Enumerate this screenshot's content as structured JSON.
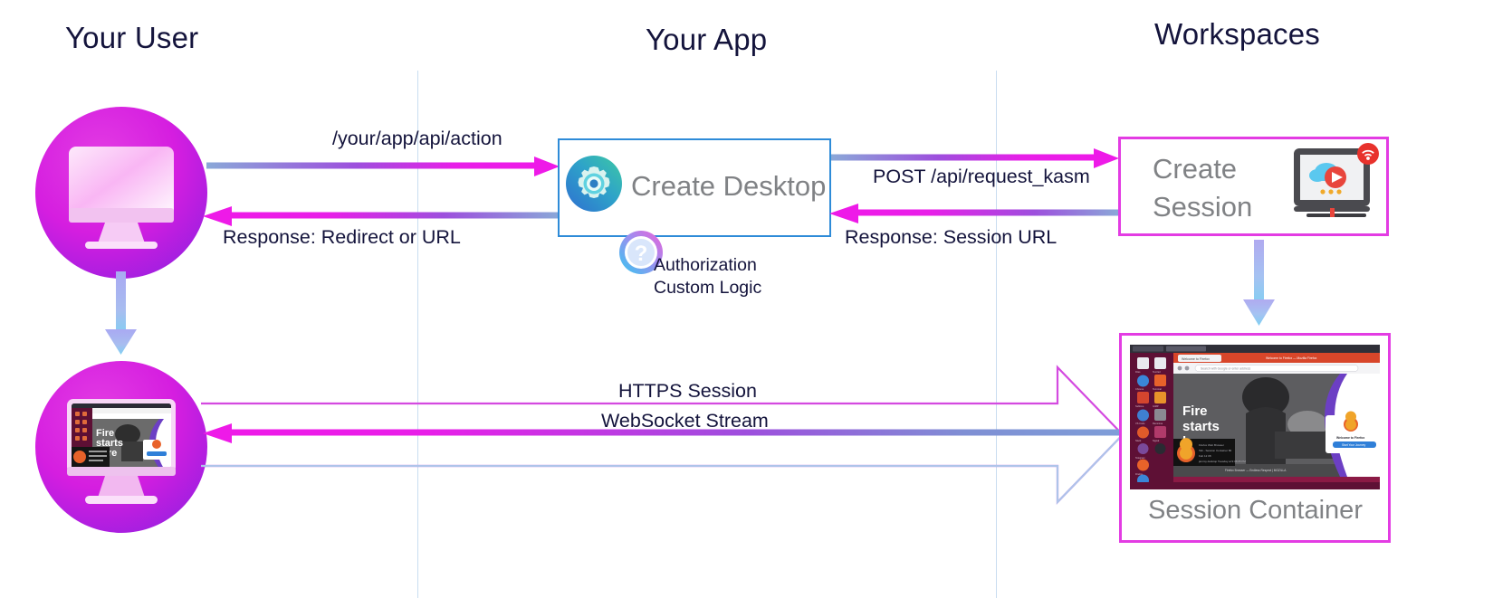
{
  "lanes": [
    {
      "id": "user",
      "title": "Your User"
    },
    {
      "id": "app",
      "title": "Your App"
    },
    {
      "id": "workspaces",
      "title": "Workspaces"
    }
  ],
  "nodes": {
    "user_monitor": {
      "name": "user-monitor-icon"
    },
    "user_session_monitor": {
      "name": "user-session-monitor-icon"
    },
    "create_desktop": {
      "label": "Create Desktop",
      "icon": "gear-icon",
      "border_color": "#2e8bd8"
    },
    "authorization": {
      "icon": "question-mark-icon",
      "line1": "Authorization",
      "line2": "Custom Logic"
    },
    "create_session": {
      "label_line1": "Create",
      "label_line2": "Session",
      "icon": "monitor-cloud-play-icon",
      "border_color": "#e33ce3"
    },
    "session_container": {
      "label": "Session Container",
      "border_color": "#e33ce3",
      "screenshot": "ubuntu-firefox-desktop"
    }
  },
  "flows": [
    {
      "id": "req-action",
      "label": "/your/app/api/action",
      "direction": "right"
    },
    {
      "id": "resp-redirect",
      "label": "Response: Redirect or URL",
      "direction": "left"
    },
    {
      "id": "post-kasm",
      "label": "POST /api/request_kasm",
      "direction": "right"
    },
    {
      "id": "resp-session-url",
      "label": "Response: Session URL",
      "direction": "left"
    },
    {
      "id": "https-session",
      "label": "HTTPS Session",
      "direction": "right"
    },
    {
      "id": "websocket-stream",
      "label": "WebSocket Stream",
      "direction": "left"
    }
  ],
  "screenshot_text": {
    "headline_line1": "Fire",
    "headline_line2": "starts",
    "headline_line3": "here"
  },
  "colors": {
    "magenta": "#e81ee8",
    "blue": "#5b8fd0",
    "app_border": "#2e8bd8",
    "ws_border": "#e33ce3",
    "lane_divider": "#c9ddf0",
    "title": "#14143c",
    "box_label": "#808285",
    "periwinkle": "#a7b4ef",
    "skyblue": "#7fd4f5"
  }
}
